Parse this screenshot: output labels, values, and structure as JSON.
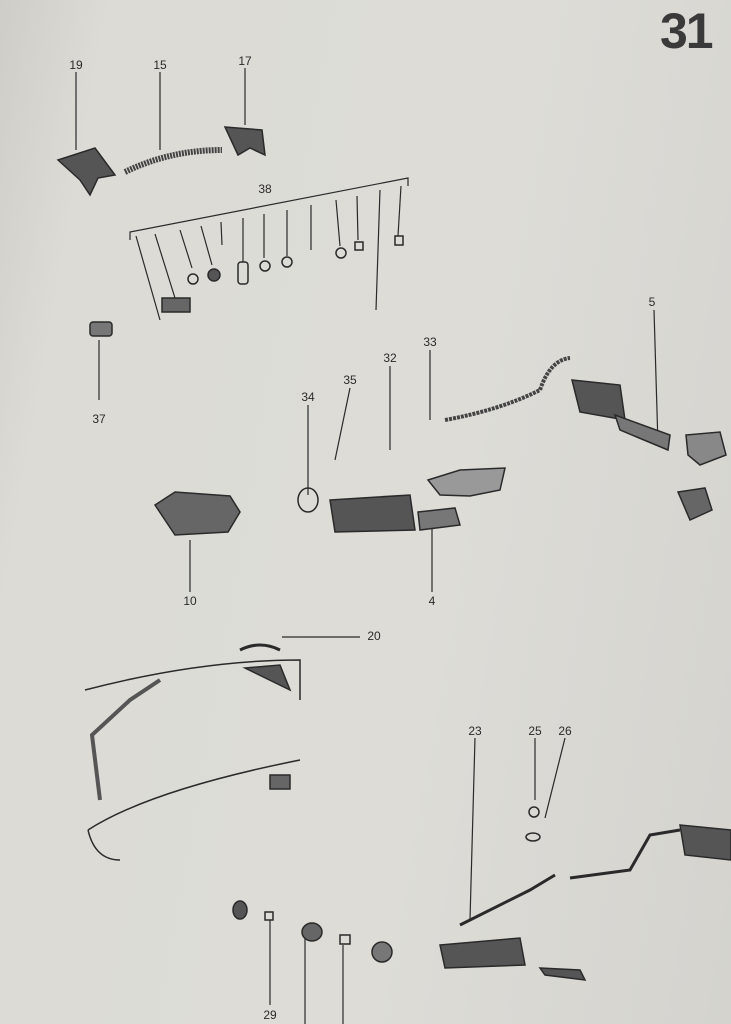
{
  "page_number": "31",
  "callouts": {
    "c19": "19",
    "c15": "15",
    "c17": "17",
    "c38": "38",
    "c37": "37",
    "c5": "5",
    "c33": "33",
    "c32": "32",
    "c35": "35",
    "c34": "34",
    "c10": "10",
    "c4": "4",
    "c20": "20",
    "c23": "23",
    "c25": "25",
    "c26": "26",
    "c29": "29"
  },
  "colors": {
    "paper": "#dcdbd6",
    "ink": "#2a2a2a"
  }
}
